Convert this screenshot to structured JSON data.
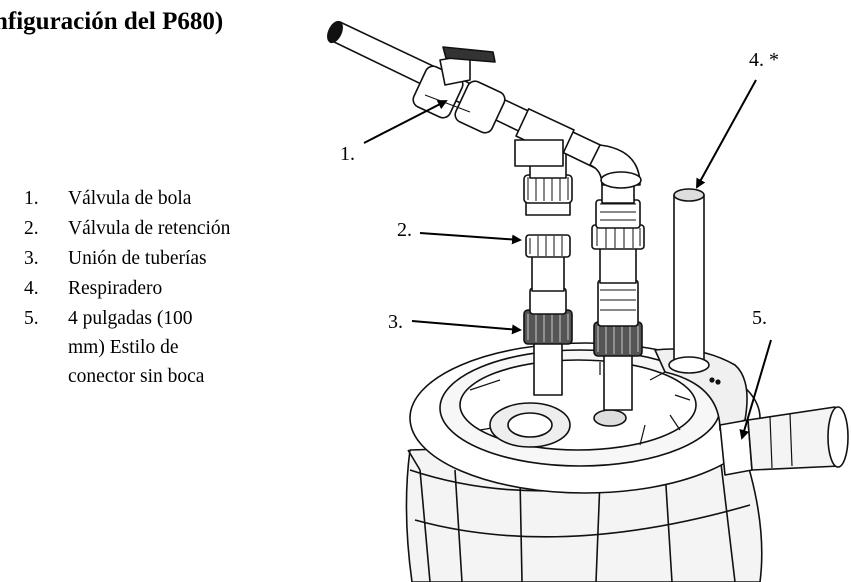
{
  "title": "nfiguración del P680)",
  "legend": [
    {
      "num": "1.",
      "text": "Válvula de bola"
    },
    {
      "num": "2.",
      "text": "Válvula de retención"
    },
    {
      "num": "3.",
      "text": "Unión de tuberías"
    },
    {
      "num": "4.",
      "text": "Respiradero"
    },
    {
      "num": "5.",
      "text": "4 pulgadas (100 mm) Estilo de conector sin boca"
    }
  ],
  "callouts": {
    "c1": "1.",
    "c2": "2.",
    "c3": "3.",
    "c4": "4. *",
    "c5": "5."
  }
}
